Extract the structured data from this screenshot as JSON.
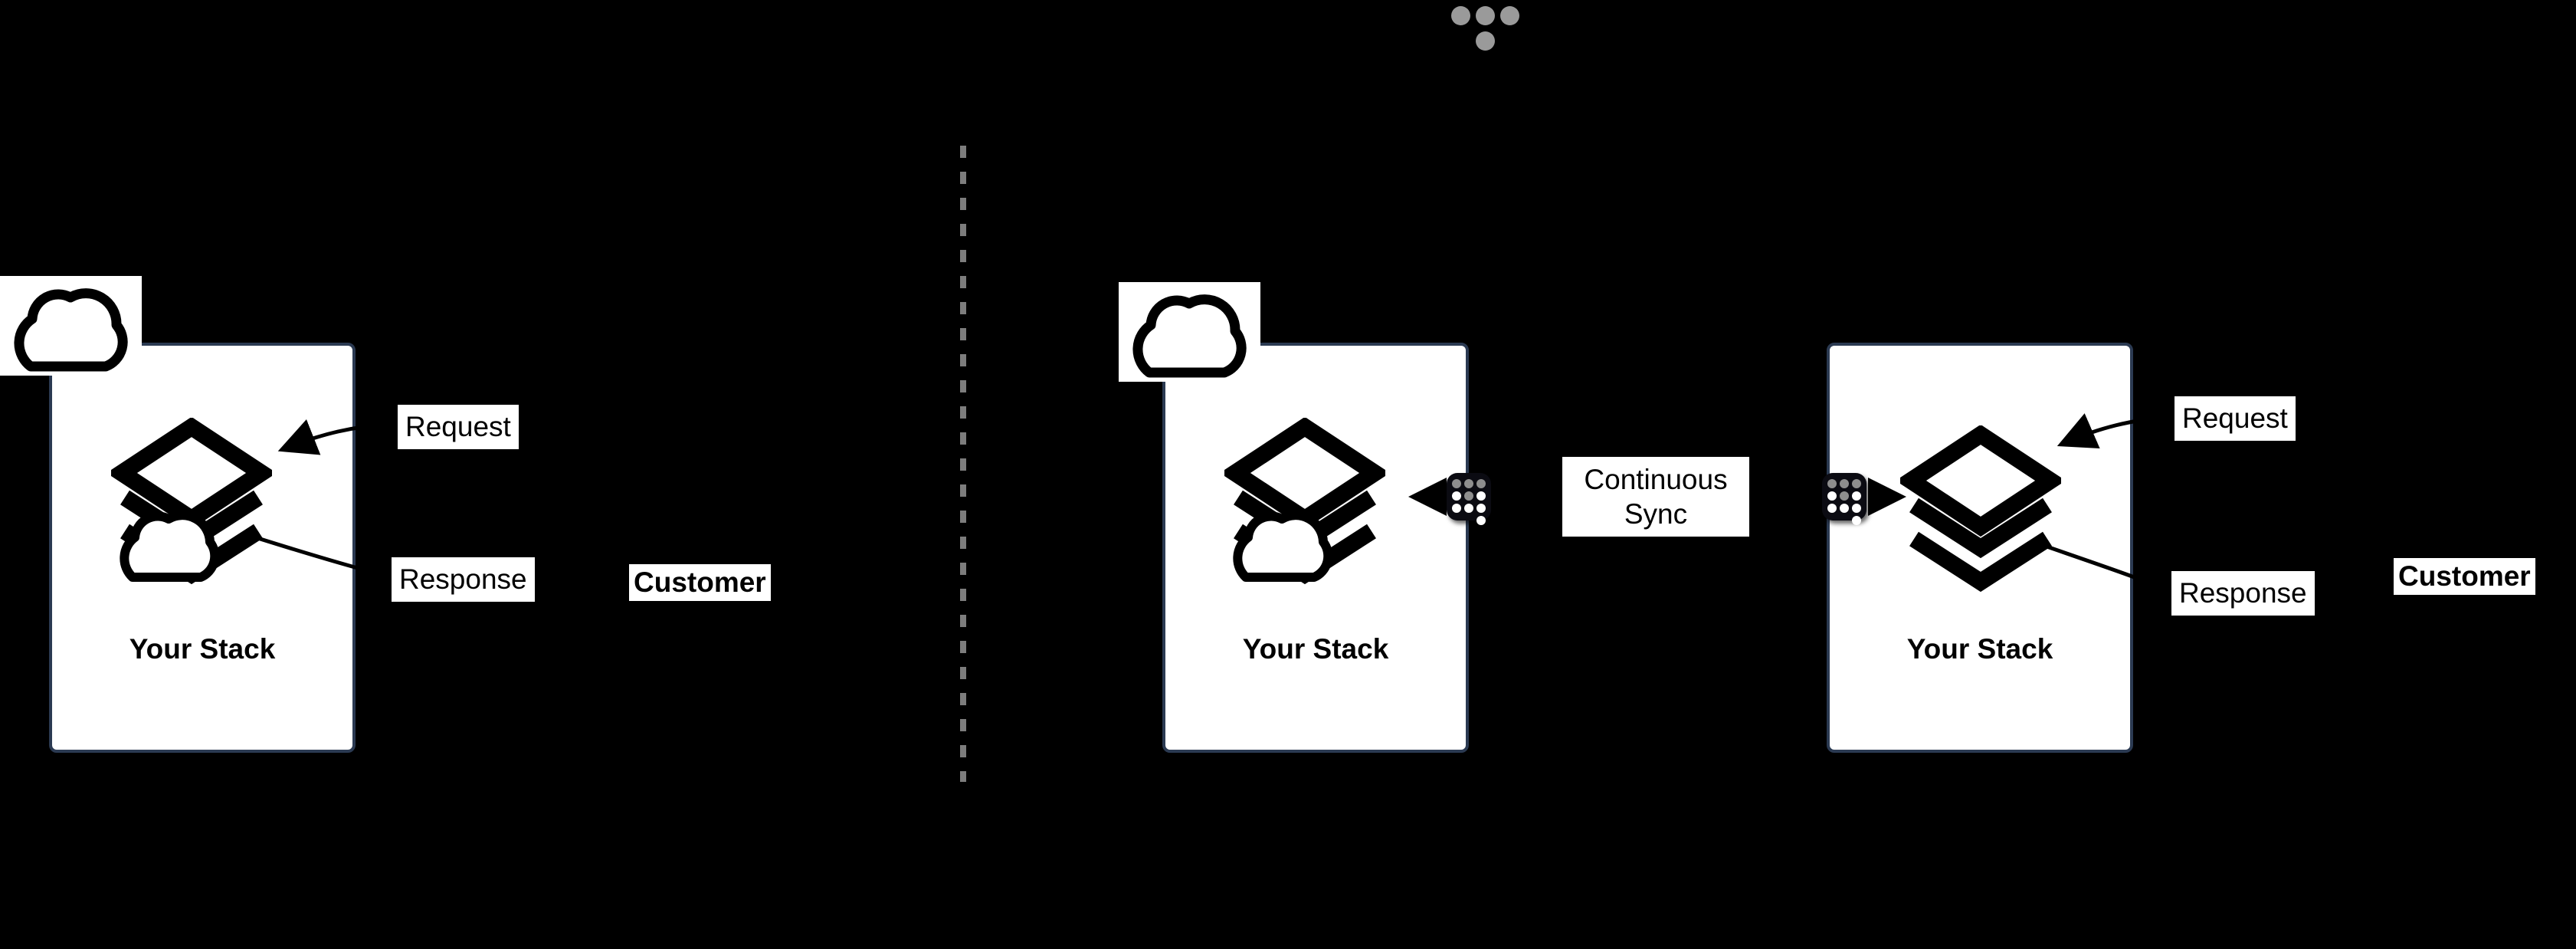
{
  "meta": {
    "background_color": "#000000",
    "panel_fill": "#ffffff",
    "panel_border_color": "#2b3a52",
    "accent_dot_color": "#9a9a9a",
    "divider_color": "#7d7d7d",
    "badge_color": "#0b0b12"
  },
  "logo": {
    "name": "four-dot-cluster",
    "dot_count": 4,
    "color": "#9a9a9a"
  },
  "divider": {
    "orientation": "vertical",
    "style": "dashed",
    "color": "#7d7d7d"
  },
  "left_scenario": {
    "panel": {
      "label": "Your Stack",
      "cloud_icon": "cloud-icon",
      "stack_icon": "layered-stack-cloud-icon"
    },
    "labels": {
      "request": "Request",
      "response": "Response",
      "customer": "Customer"
    }
  },
  "right_scenario": {
    "panel_primary": {
      "label": "Your Stack",
      "cloud_icon": "cloud-icon",
      "stack_icon": "layered-stack-cloud-icon"
    },
    "panel_secondary": {
      "label": "Your Stack",
      "stack_icon": "layered-stack-icon"
    },
    "sync": {
      "label_line1": "Continuous",
      "label_line2": "Sync",
      "label": "Continuous Sync",
      "badge_icon": "grid-dots-badge-icon"
    },
    "labels": {
      "request": "Request",
      "response": "Response",
      "customer": "Customer"
    }
  }
}
